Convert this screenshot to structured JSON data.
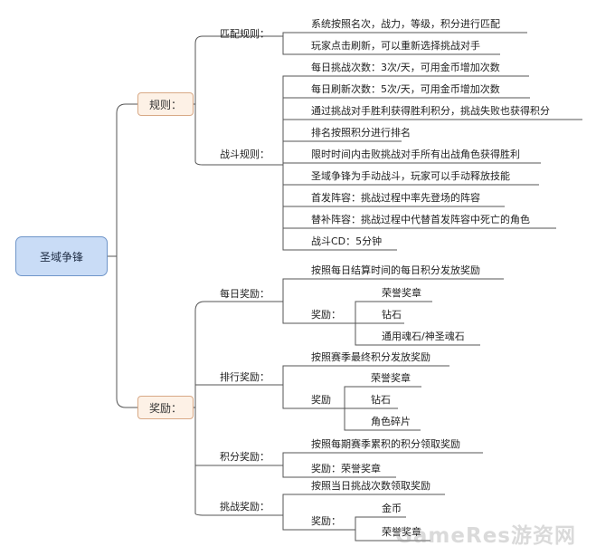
{
  "root": "圣域争锋",
  "categories": {
    "rules": "规则：",
    "rewards": "奖励："
  },
  "rules": {
    "match": {
      "label": "匹配规则：",
      "items": [
        "系统按照名次，战力，等级，积分进行匹配",
        "玩家点击刷新，可以重新选择挑战对手"
      ]
    },
    "battle": {
      "label": "战斗规则：",
      "items": [
        "每日挑战次数：3次/天，可用金币增加次数",
        "每日刷新次数：5次/天，可用金币增加次数",
        "通过挑战对手胜利获得胜利积分，挑战失败也获得积分",
        "排名按照积分进行排名",
        "限时时间内击败挑战对手所有出战角色获得胜利",
        "圣域争锋为手动战斗，玩家可以手动释放技能",
        "首发阵容：挑战过程中率先登场的阵容",
        "替补阵容：挑战过程中代替首发阵容中死亡的角色",
        "战斗CD：5分钟"
      ]
    }
  },
  "rewards": {
    "daily": {
      "label": "每日奖励：",
      "desc": "按照每日结算时间的每日积分发放奖励",
      "reward_label": "奖励：",
      "items": [
        "荣誉奖章",
        "钻石",
        "通用魂石/神圣魂石"
      ]
    },
    "rank": {
      "label": "排行奖励：",
      "desc": "按照赛季最终积分发放奖励",
      "reward_label": "奖励",
      "items": [
        "荣誉奖章",
        "钻石",
        "角色碎片"
      ]
    },
    "points": {
      "label": "积分奖励：",
      "desc": "按照每期赛季累积的积分领取奖励",
      "reward_text": "奖励：荣誉奖章"
    },
    "challenge": {
      "label": "挑战奖励：",
      "desc": "按照当日挑战次数领取奖励",
      "reward_label": "奖励：",
      "items": [
        "金币",
        "荣誉奖章"
      ]
    }
  },
  "watermark": "GameRes游资网"
}
